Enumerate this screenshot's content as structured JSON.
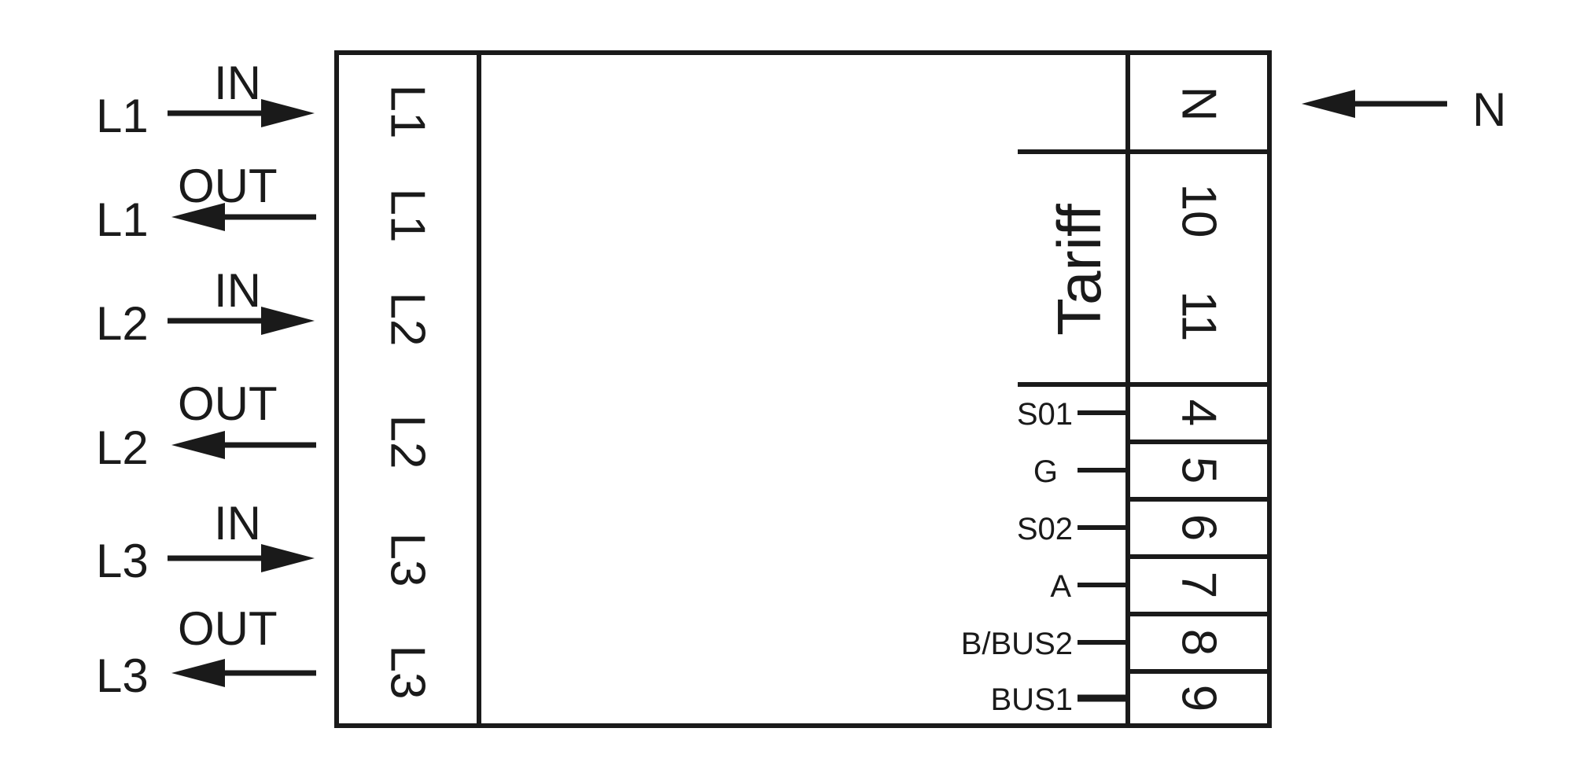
{
  "diagram": {
    "left_wires": [
      {
        "phase": "L1",
        "dir": "IN"
      },
      {
        "phase": "L1",
        "dir": "OUT"
      },
      {
        "phase": "L2",
        "dir": "IN"
      },
      {
        "phase": "L2",
        "dir": "OUT"
      },
      {
        "phase": "L3",
        "dir": "IN"
      },
      {
        "phase": "L3",
        "dir": "OUT"
      }
    ],
    "left_terminals": [
      "L1",
      "L1",
      "L2",
      "L2",
      "L3",
      "L3"
    ],
    "neutral": {
      "terminal": "N",
      "wire": "N"
    },
    "tariff": {
      "label": "Tariff",
      "terminals": [
        "10",
        "11"
      ]
    },
    "signal_terminals": [
      {
        "number": "4",
        "label": "S01"
      },
      {
        "number": "5",
        "label": "G"
      },
      {
        "number": "6",
        "label": "S02"
      },
      {
        "number": "7",
        "label": "A"
      },
      {
        "number": "8",
        "label": "B/BUS2"
      },
      {
        "number": "9",
        "label": "BUS1"
      }
    ]
  }
}
